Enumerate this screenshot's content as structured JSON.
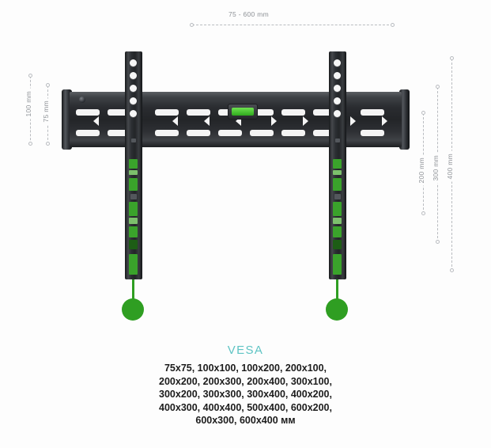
{
  "dimensions": {
    "width_span": {
      "label": "75 - 600 mm",
      "name": "horizontal-width-range"
    },
    "left": [
      {
        "label": "100 mm",
        "name": "left-height-100"
      },
      {
        "label": "75 mm",
        "name": "left-height-75"
      }
    ],
    "right": [
      {
        "label": "200 mm",
        "name": "right-height-200"
      },
      {
        "label": "300 mm",
        "name": "right-height-300"
      },
      {
        "label": "400 mm",
        "name": "right-height-400"
      }
    ]
  },
  "product": {
    "name": "tv-wall-mount-bracket",
    "colors": {
      "metal_dark": "#232528",
      "metal_light": "#5d6064",
      "accent_green": "#2f9e22",
      "bubble_green": "#6ee34f",
      "teal": "#5ec4c4"
    }
  },
  "caption": {
    "title": "VESA",
    "lines": [
      "75x75, 100x100, 100x200, 200x100,",
      "200x200, 200x300, 200x400, 300x100,",
      "300x200, 300x300, 300x400,  400x200,",
      "400x300, 400x400, 500x400, 600x200,",
      "600x300, 600x400 мм"
    ]
  }
}
